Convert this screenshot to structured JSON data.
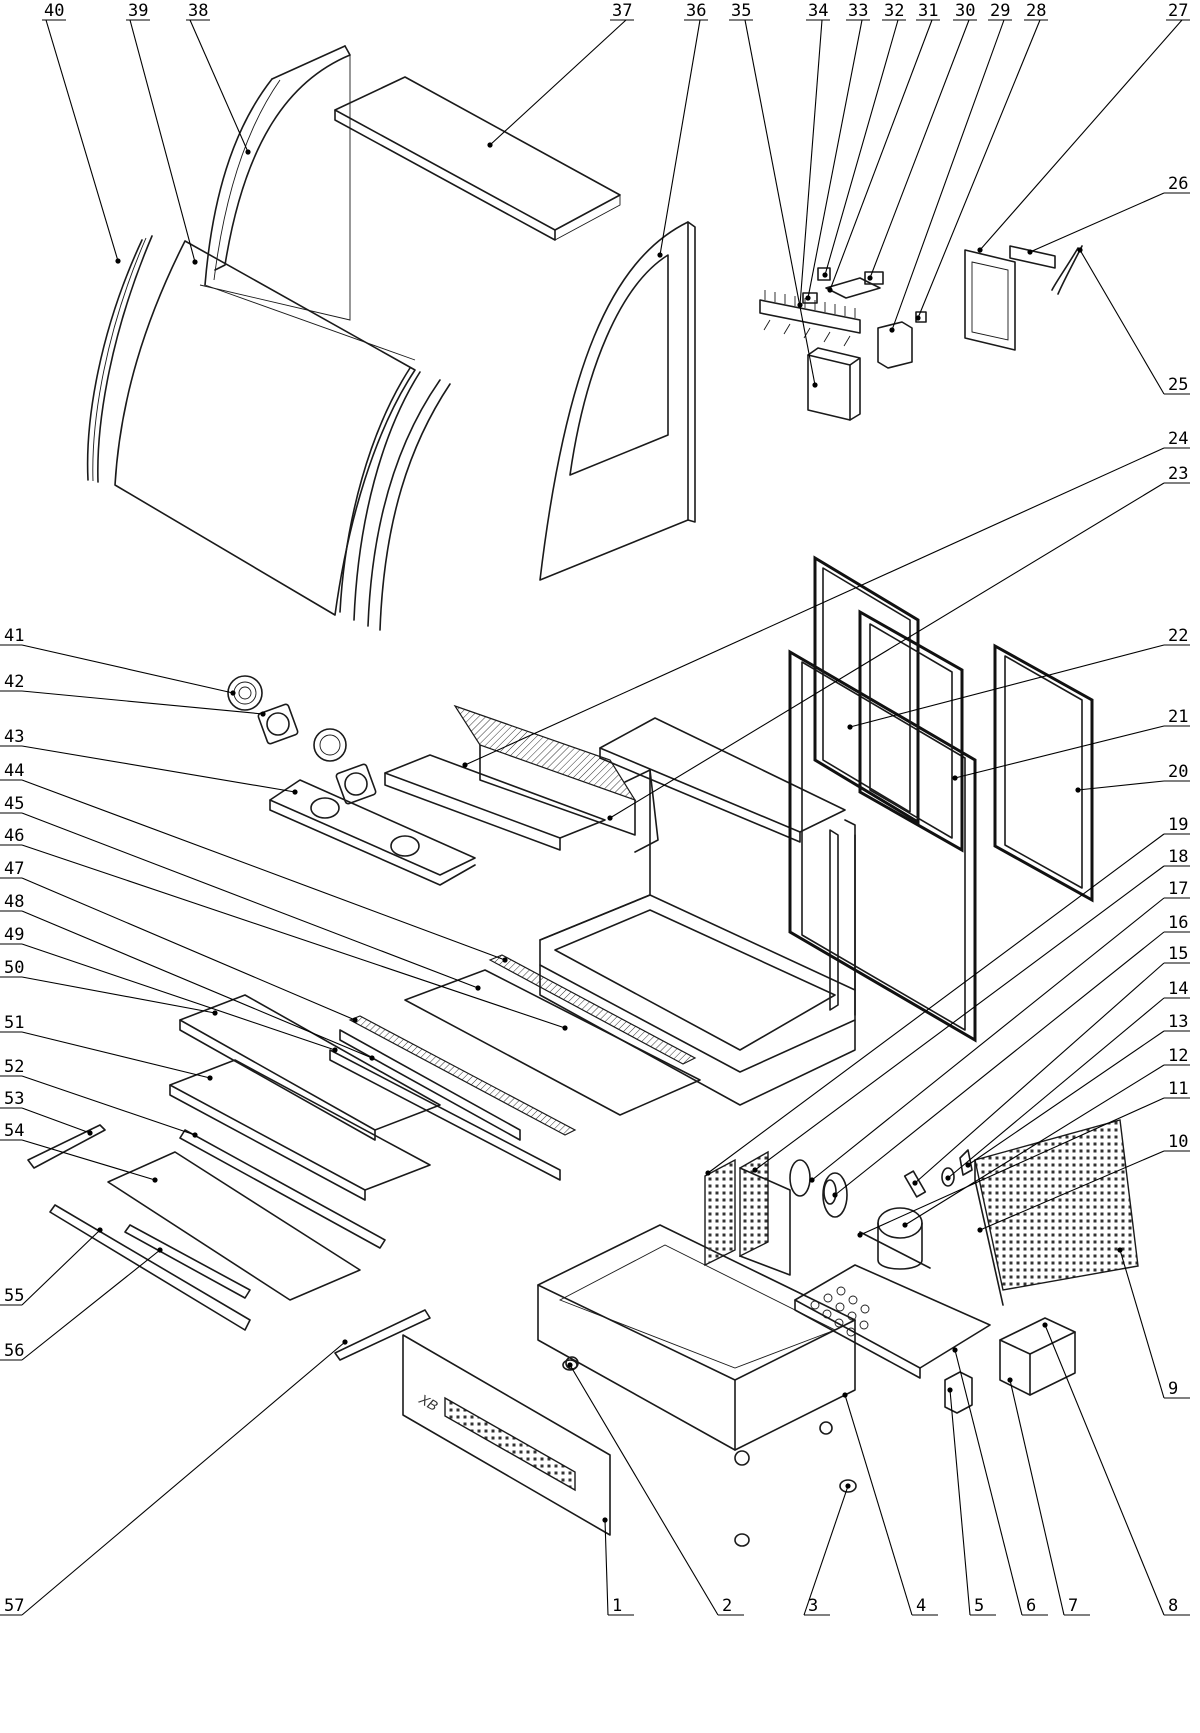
{
  "callouts": [
    "1",
    "2",
    "3",
    "4",
    "5",
    "6",
    "7",
    "8",
    "9",
    "10",
    "11",
    "12",
    "13",
    "14",
    "15",
    "16",
    "17",
    "18",
    "19",
    "20",
    "21",
    "22",
    "23",
    "24",
    "25",
    "26",
    "27",
    "28",
    "29",
    "30",
    "31",
    "32",
    "33",
    "34",
    "35",
    "36",
    "37",
    "38",
    "39",
    "40",
    "41",
    "42",
    "43",
    "44",
    "45",
    "46",
    "47",
    "48",
    "49",
    "50",
    "51",
    "52",
    "53",
    "54",
    "55",
    "56",
    "57"
  ],
  "brand_mark": "XB"
}
